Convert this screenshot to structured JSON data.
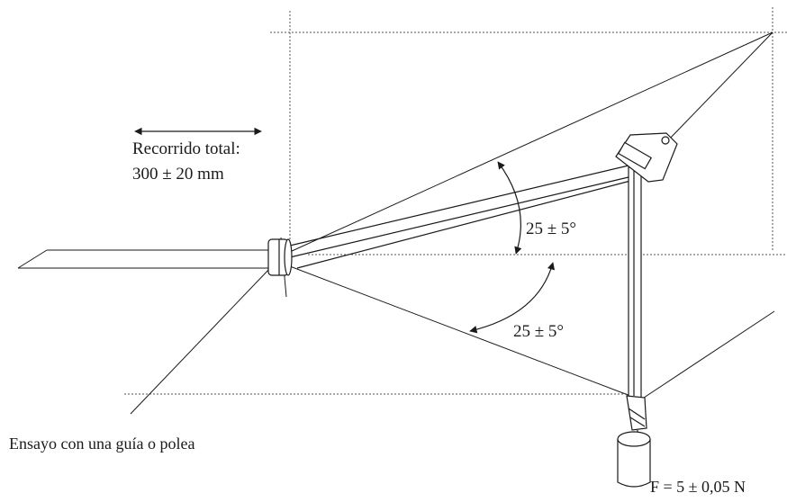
{
  "travel": {
    "line1": "Recorrido total:",
    "line2": "300 ± 20 mm"
  },
  "angles": {
    "upper": "25 ± 5°",
    "lower": "25 ± 5°"
  },
  "caption": "Ensayo con una guía o polea",
  "force": "F = 5 ± 0,05 N",
  "colors": {
    "stroke": "#1a1a1a",
    "guide": "#555555",
    "background": "#ffffff"
  }
}
